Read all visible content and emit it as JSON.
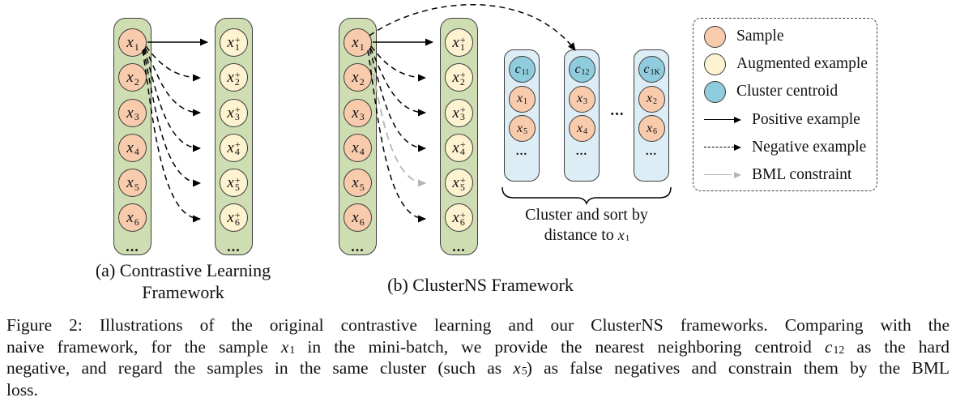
{
  "figure": {
    "subcaption_a_line1": "(a) Contrastive Learning",
    "subcaption_a_line2": "Framework",
    "subcaption_b": "(b) ClusterNS Framework",
    "caption_lines": [
      {
        "segments": [
          {
            "t": "Figure 2: Illustrations of the original contrastive learning and our ClusterNS frameworks. Comparing with the"
          }
        ]
      },
      {
        "segments": [
          {
            "t": "naive framework, for the sample "
          },
          {
            "m": {
              "b": "x",
              "s": "1"
            }
          },
          {
            "t": " in the mini-batch, we provide the nearest neighboring centroid "
          },
          {
            "m": {
              "b": "c",
              "s": "12"
            }
          },
          {
            "t": " as the hard"
          }
        ]
      },
      {
        "segments": [
          {
            "t": "negative, and regard the samples in the same cluster (such as "
          },
          {
            "m": {
              "b": "x",
              "s": "5"
            }
          },
          {
            "t": ") as false negatives and constrain them by the BML"
          }
        ]
      },
      {
        "segments": [
          {
            "t": "loss."
          }
        ]
      }
    ]
  },
  "diagram_a": {
    "samples": [
      {
        "b": "x",
        "s": "1"
      },
      {
        "b": "x",
        "s": "2"
      },
      {
        "b": "x",
        "s": "3"
      },
      {
        "b": "x",
        "s": "4"
      },
      {
        "b": "x",
        "s": "5"
      },
      {
        "b": "x",
        "s": "6"
      }
    ],
    "augmented": [
      {
        "b": "x",
        "s": "1",
        "p": "+"
      },
      {
        "b": "x",
        "s": "2",
        "p": "+"
      },
      {
        "b": "x",
        "s": "3",
        "p": "+"
      },
      {
        "b": "x",
        "s": "4",
        "p": "+"
      },
      {
        "b": "x",
        "s": "5",
        "p": "+"
      },
      {
        "b": "x",
        "s": "6",
        "p": "+"
      }
    ],
    "ellipsis": "..."
  },
  "diagram_b": {
    "samples": [
      {
        "b": "x",
        "s": "1"
      },
      {
        "b": "x",
        "s": "2"
      },
      {
        "b": "x",
        "s": "3"
      },
      {
        "b": "x",
        "s": "4"
      },
      {
        "b": "x",
        "s": "5"
      },
      {
        "b": "x",
        "s": "6"
      }
    ],
    "augmented": [
      {
        "b": "x",
        "s": "1",
        "p": "+"
      },
      {
        "b": "x",
        "s": "2",
        "p": "+"
      },
      {
        "b": "x",
        "s": "3",
        "p": "+"
      },
      {
        "b": "x",
        "s": "4",
        "p": "+"
      },
      {
        "b": "x",
        "s": "5",
        "p": "+"
      },
      {
        "b": "x",
        "s": "6",
        "p": "+"
      }
    ],
    "ellipsis": "...",
    "clusters": {
      "columns": [
        {
          "centroid": {
            "b": "c",
            "s": "11"
          },
          "members": [
            {
              "b": "x",
              "s": "1"
            },
            {
              "b": "x",
              "s": "5"
            }
          ],
          "ellipsis": "..."
        },
        {
          "centroid": {
            "b": "c",
            "s": "12"
          },
          "members": [
            {
              "b": "x",
              "s": "3"
            },
            {
              "b": "x",
              "s": "4"
            }
          ],
          "ellipsis": "..."
        },
        {
          "centroid": {
            "b": "c",
            "s": "1K"
          },
          "members": [
            {
              "b": "x",
              "s": "2"
            },
            {
              "b": "x",
              "s": "6"
            }
          ],
          "ellipsis": "..."
        }
      ],
      "between_ellipsis": "...",
      "note_line1": "Cluster and sort by",
      "note_line2_prefix": "distance to ",
      "note_line2_math": {
        "b": "x",
        "s": "1"
      }
    }
  },
  "legend": {
    "items": [
      {
        "swatch": "sample-circle",
        "label": "Sample"
      },
      {
        "swatch": "augmented-circle",
        "label": "Augmented example"
      },
      {
        "swatch": "centroid-circle",
        "label": "Cluster centroid"
      },
      {
        "swatch": "positive-arrow",
        "label": "Positive example"
      },
      {
        "swatch": "negative-arrow",
        "label": "Negative example"
      },
      {
        "swatch": "bml-arrow",
        "label": "BML constraint"
      }
    ]
  },
  "colors": {
    "sample": "#f8cbad",
    "augmented": "#fdf3d0",
    "centroid": "#8fccdd",
    "batch_column": "#cfddb2",
    "cluster_column": "#ddedf5",
    "bml_arrow": "#b5b5b5",
    "arrow": "#000000"
  }
}
